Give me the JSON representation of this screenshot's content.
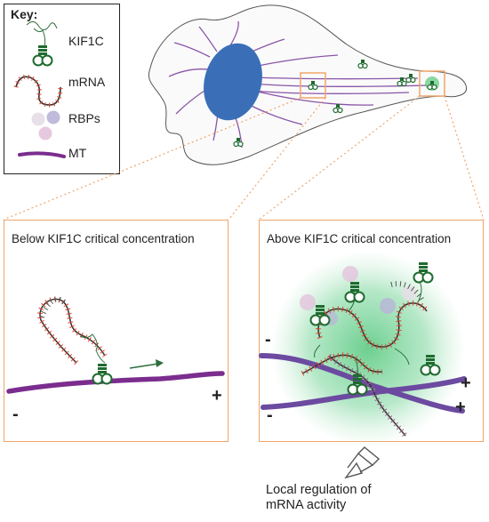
{
  "key": {
    "title": "Key:",
    "items": [
      {
        "label": "KIF1C",
        "icon": "kif1c-motor-icon"
      },
      {
        "label": "mRNA",
        "icon": "mrna-strand-icon"
      },
      {
        "label": "RBPs",
        "icon": "rbp-circles-icon"
      },
      {
        "label": "MT",
        "icon": "microtubule-icon"
      }
    ]
  },
  "panels": {
    "below": {
      "title": "Below KIF1C critical concentration",
      "minus": "-",
      "plus": "+"
    },
    "above": {
      "title": "Above KIF1C critical concentration",
      "minus_top": "-",
      "minus_bottom": "-",
      "plus_top": "+",
      "plus_bottom": "+"
    }
  },
  "outcome": {
    "line1": "Local regulation of",
    "line2": "mRNA activity"
  },
  "colors": {
    "microtubule": "#7b2d8e",
    "kinesin": "#1f6b2f",
    "nucleus": "#3a6fb8",
    "panel_border": "#f0a56b",
    "condensate": "#3cbf6a",
    "mrna_tick_red": "#e0442c",
    "rbp_purple": "#b9b4d8",
    "rbp_pink": "#e3c3dc"
  }
}
